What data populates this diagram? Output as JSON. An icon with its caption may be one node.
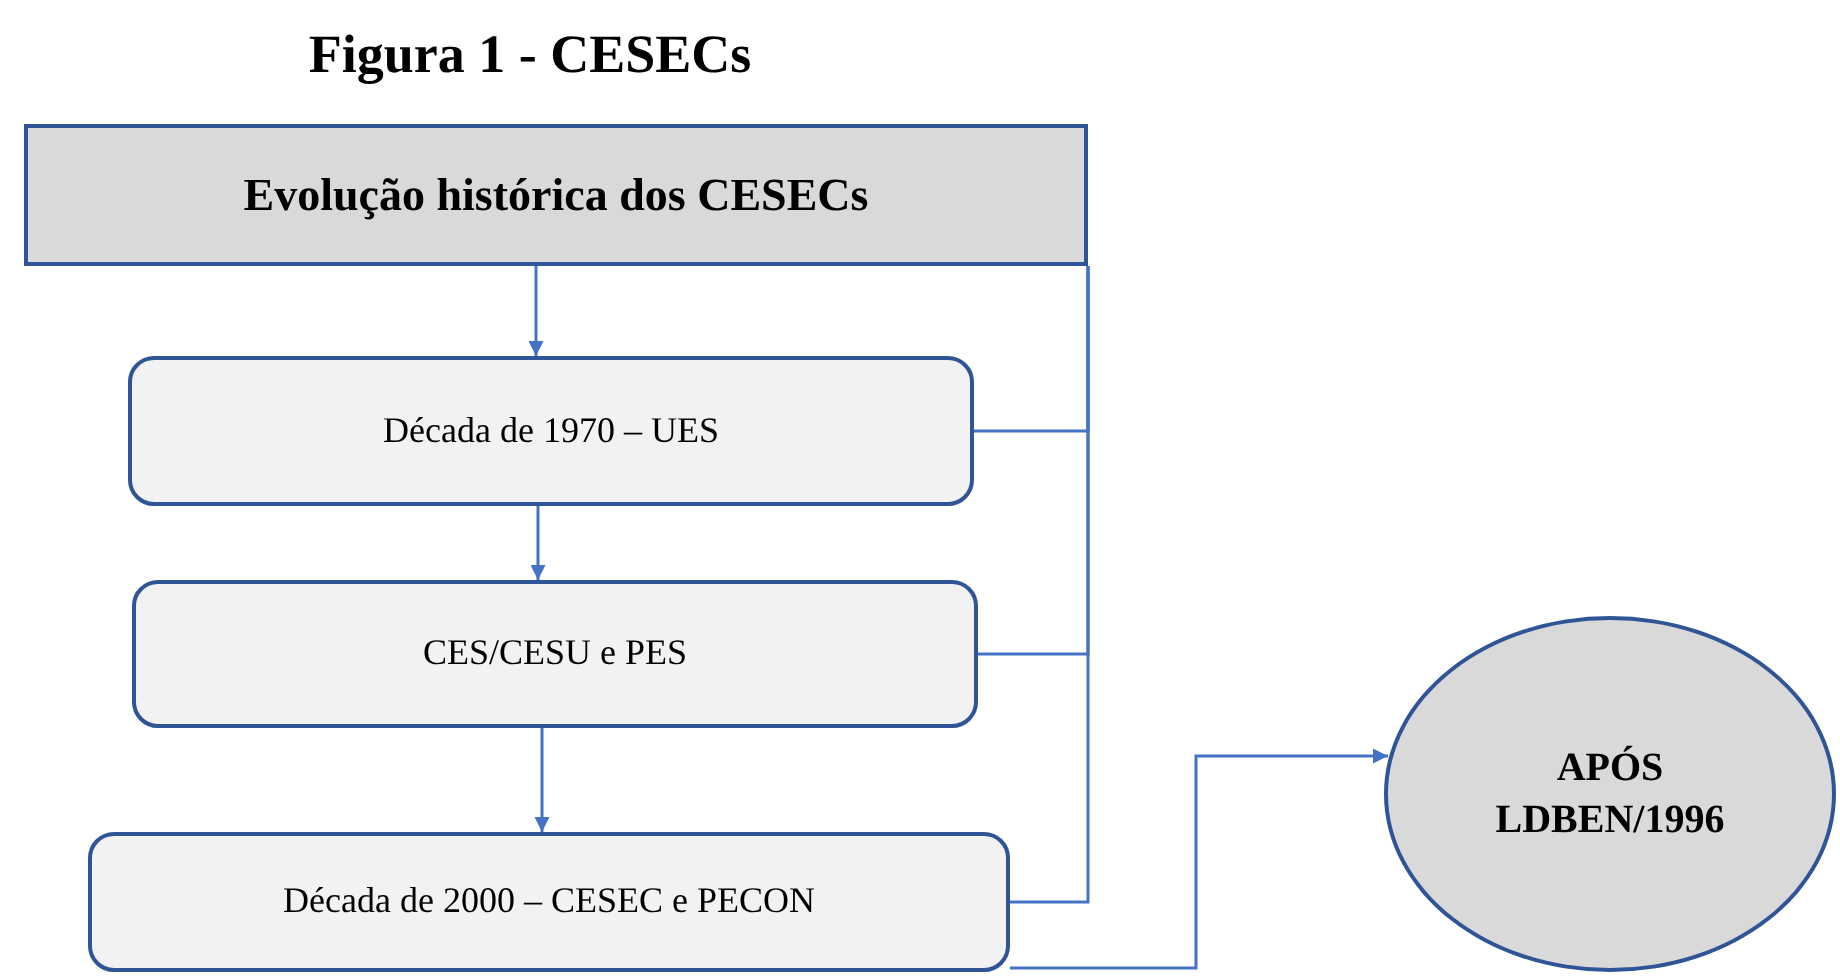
{
  "diagram": {
    "title": "Figura 1 - CESECs",
    "nodes": [
      {
        "text": [
          "Evolução histórica dos CESECs"
        ]
      },
      {
        "text": [
          "Década de 1970 – UES"
        ]
      },
      {
        "text": [
          "CES/CESU e PES"
        ]
      },
      {
        "text": [
          "Década de 2000 – CESEC e PECON"
        ]
      },
      {
        "text": [
          "APÓS LDBEN/1996"
        ]
      }
    ],
    "edges": [
      {
        "from": 0,
        "to": 1,
        "arrow": "to"
      },
      {
        "from": 1,
        "to": 2,
        "arrow": "to"
      },
      {
        "from": 2,
        "to": 3,
        "arrow": "to"
      },
      {
        "from": 0,
        "to": 1,
        "arrow": "none"
      },
      {
        "from": 0,
        "to": 2,
        "arrow": "none"
      },
      {
        "from": 0,
        "to": 3,
        "arrow": "none"
      },
      {
        "from": 3,
        "to": 4,
        "arrow": "to"
      }
    ]
  }
}
